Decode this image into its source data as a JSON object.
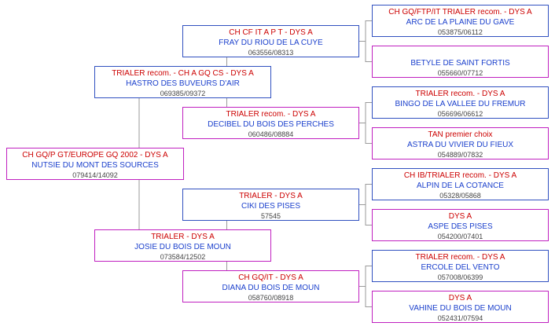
{
  "dogs": {
    "subject": {
      "title": "CH GQ/P GT/EUROPE GQ 2002 - DYS A",
      "name": "NUTSIE DU MONT DES SOURCES",
      "reg": "079414/14092"
    },
    "sire": {
      "title": "TRIALER recom. - CH A GQ CS - DYS A",
      "name": "HASTRO DES BUVEURS D'AIR",
      "reg": "069385/09372"
    },
    "dam": {
      "title": "TRIALER - DYS A",
      "name": "JOSIE DU BOIS DE MOUN",
      "reg": "073584/12502"
    },
    "sire_sire": {
      "title": "CH CF IT A P T - DYS A",
      "name": "FRAY DU RIOU DE LA CUYE",
      "reg": "063556/08313"
    },
    "sire_dam": {
      "title": "TRIALER recom. - DYS A",
      "name": "DECIBEL DU BOIS DES PERCHES",
      "reg": "060486/08884"
    },
    "dam_sire": {
      "title": "TRIALER - DYS A",
      "name": "CIKI DES PISES",
      "reg": "57545"
    },
    "dam_dam": {
      "title": "CH GQ/IT - DYS A",
      "name": "DIANA DU BOIS DE MOUN",
      "reg": "058760/08918"
    },
    "g1": {
      "title": "CH GQ/FTP/IT TRIALER recom. - DYS A",
      "name": "ARC DE LA PLAINE DU GAVE",
      "reg": "053875/06112"
    },
    "g2": {
      "title": "",
      "name": "BETYLE DE SAINT FORTIS",
      "reg": "055660/07712"
    },
    "g3": {
      "title": "TRIALER recom. - DYS A",
      "name": "BINGO DE LA VALLEE DU FREMUR",
      "reg": "056696/06612"
    },
    "g4": {
      "title": "TAN premier choix",
      "name": "ASTRA DU VIVIER DU FIEUX",
      "reg": "054889/07832"
    },
    "g5": {
      "title": "CH IB/TRIALER recom. - DYS A",
      "name": "ALPIN DE LA COTANCE",
      "reg": "05328/05868"
    },
    "g6": {
      "title": "DYS A",
      "name": "ASPE DES PISES",
      "reg": "054200/07401"
    },
    "g7": {
      "title": "TRIALER recom. - DYS A",
      "name": "ERCOLE DEL VENTO",
      "reg": "057008/06399"
    },
    "g8": {
      "title": "DYS A",
      "name": "VAHINE DU BOIS DE MOUN",
      "reg": "052431/07594"
    }
  },
  "colors": {
    "male_border": "#3050c0",
    "female_border": "#c020c0",
    "title": "#cc0000",
    "name": "#1a3fcc",
    "reg": "#444444",
    "line": "#9a9a9a"
  }
}
